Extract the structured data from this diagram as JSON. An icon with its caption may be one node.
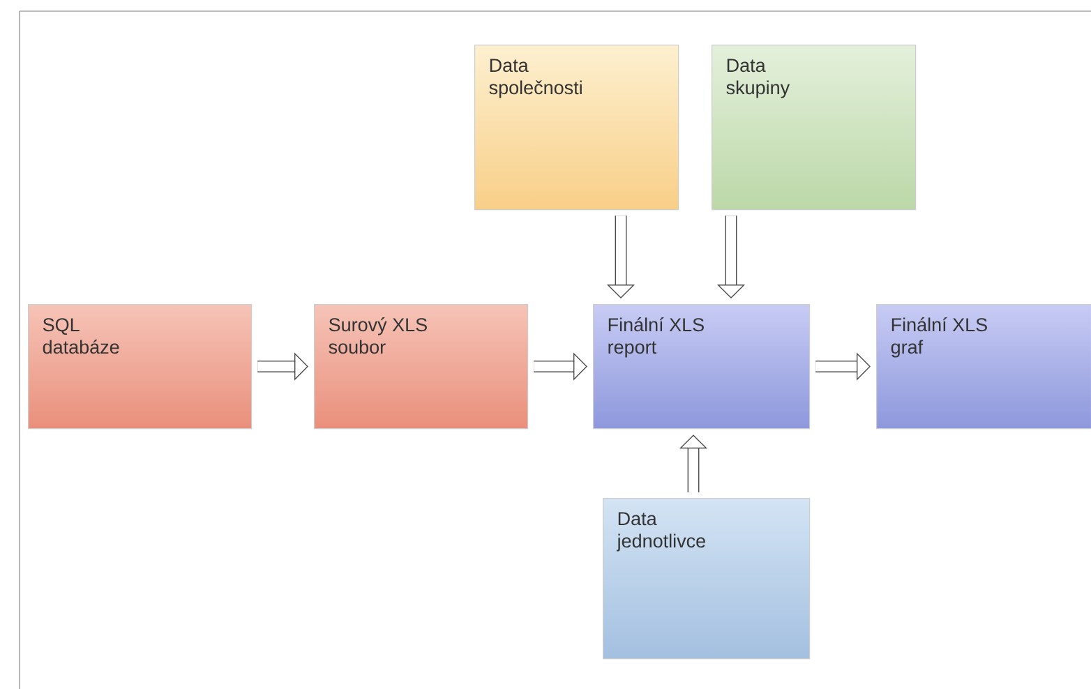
{
  "diagram": {
    "nodes": [
      {
        "text": [
          "Data společnosti"
        ]
      },
      {
        "text": [
          "Data skupiny"
        ]
      },
      {
        "text": [
          "SQL databáze"
        ]
      },
      {
        "text": [
          "Surový XLS soubor"
        ]
      },
      {
        "text": [
          "Finální XLS report"
        ]
      },
      {
        "text": [
          "Finální XLS graf"
        ]
      },
      {
        "text": [
          "Data jednotlivce"
        ]
      }
    ],
    "edges": [
      {
        "from": 2,
        "to": 3,
        "arrow": "to"
      },
      {
        "from": 3,
        "to": 4,
        "arrow": "to"
      },
      {
        "from": 4,
        "to": 5,
        "arrow": "to"
      },
      {
        "from": 0,
        "to": 4,
        "arrow": "to"
      },
      {
        "from": 1,
        "to": 4,
        "arrow": "to"
      },
      {
        "from": 6,
        "to": 4,
        "arrow": "to"
      }
    ]
  }
}
